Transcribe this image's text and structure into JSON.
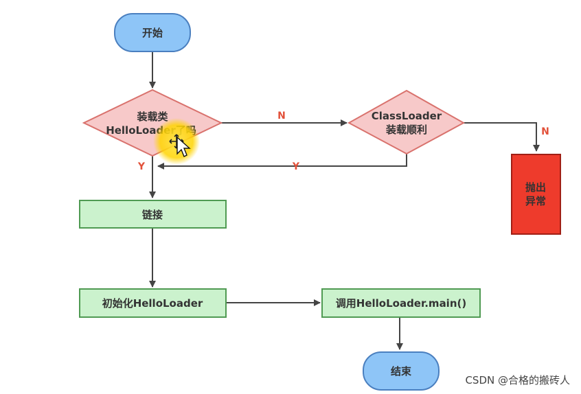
{
  "nodes": {
    "start": "开始",
    "decision_loaded_line1": "装载类",
    "decision_loaded_line2": "HelloLoader了吗",
    "decision_classloader_line1": "ClassLoader",
    "decision_classloader_line2": "装载顺利",
    "throw_line1": "抛出",
    "throw_line2": "异常",
    "link": "链接",
    "init": "初始化HelloLoader",
    "call_main": "调用HelloLoader.main()",
    "end": "结束"
  },
  "edges": {
    "n_to_classloader": "N",
    "n_to_throw": "N",
    "y_from_loaded": "Y",
    "y_from_classloader": "Y"
  },
  "watermark": "CSDN @合格的搬砖人",
  "colors": {
    "terminal_fill": "#8ec5f7",
    "terminal_stroke": "#4a7fbf",
    "decision_fill": "#f7c9c9",
    "decision_stroke": "#d9726d",
    "process_fill": "#cbf2cd",
    "process_stroke": "#4f9a52",
    "throw_fill": "#ee3b2c",
    "throw_stroke": "#a01f15",
    "arrow": "#444444",
    "edge_label": "#e2513a",
    "cursor_highlight": "#ffd400"
  },
  "icons": {
    "cursor": "mouse-cursor-icon"
  }
}
